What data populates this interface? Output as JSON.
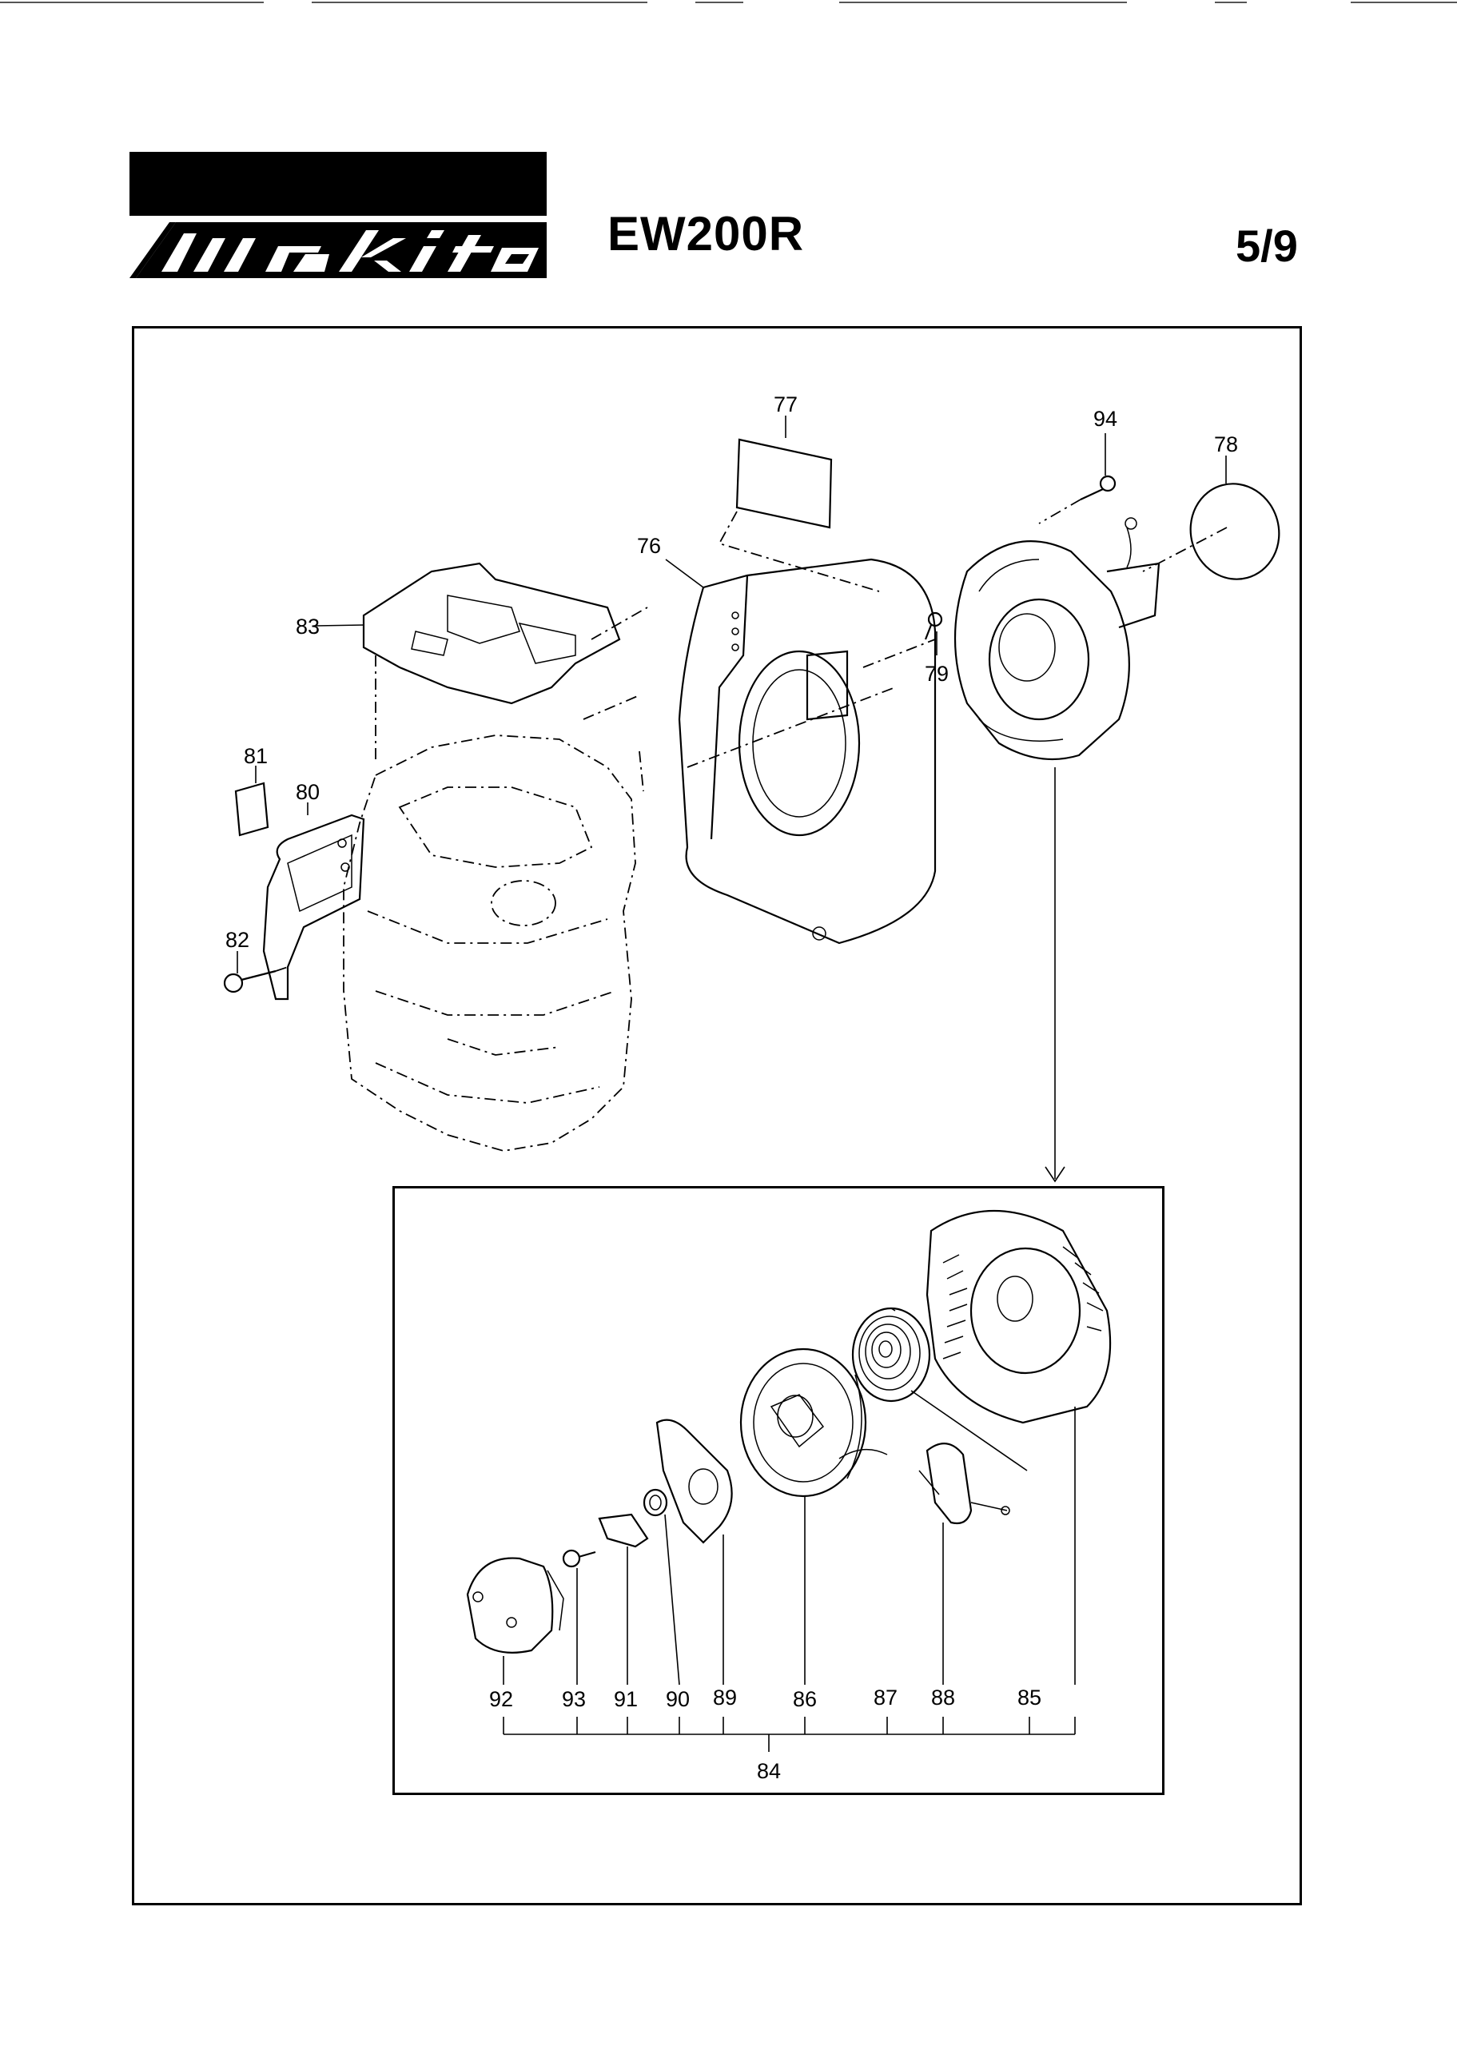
{
  "header": {
    "brand": "makita",
    "model": "EW200R",
    "page": "5/9"
  },
  "callouts": {
    "p76": "76",
    "p77": "77",
    "p78": "78",
    "p79": "79",
    "p80": "80",
    "p81": "81",
    "p82": "82",
    "p83": "83",
    "p84": "84",
    "p85": "85",
    "p86": "86",
    "p87": "87",
    "p88": "88",
    "p89": "89",
    "p90": "90",
    "p91": "91",
    "p92": "92",
    "p93": "93",
    "p94": "94"
  }
}
